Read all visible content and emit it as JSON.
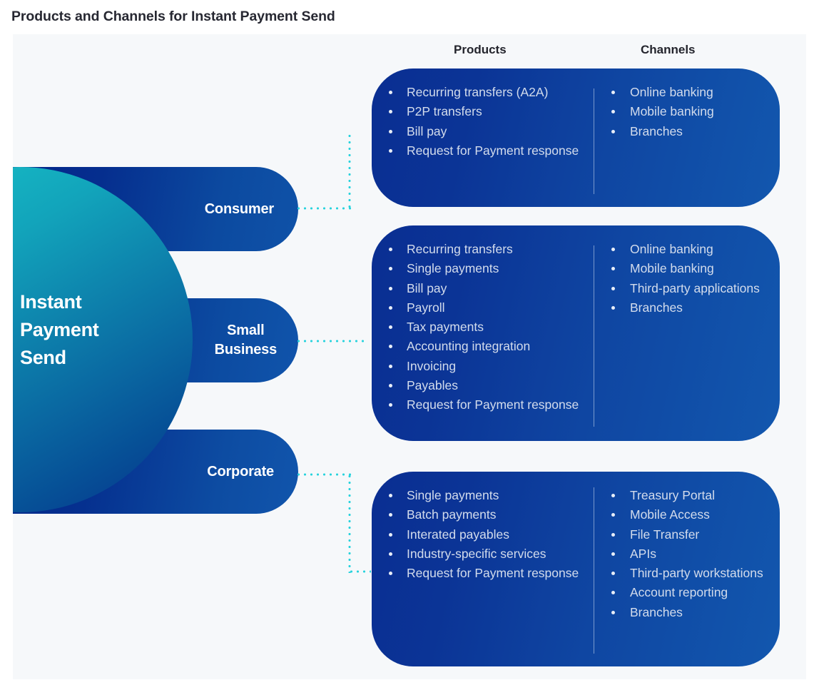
{
  "title": "Products and Channels for Instant Payment Send",
  "columns": {
    "products_header": "Products",
    "channels_header": "Channels"
  },
  "hub": {
    "label": "Instant\nPayment\nSend"
  },
  "colors": {
    "hub_teal": "#18bfc9",
    "hub_blue": "#05318c",
    "pill_navy": "#04268a",
    "box_blue": "#1257ae",
    "connector_teal": "#2ad3dd",
    "panel_background": "#f6f8fa",
    "title_text": "#272832",
    "list_text": "#d3dcec"
  },
  "segments": [
    {
      "id": "consumer",
      "label": "Consumer",
      "products": [
        "Recurring transfers (A2A)",
        "P2P transfers",
        "Bill pay",
        "Request for Payment response"
      ],
      "channels": [
        "Online banking",
        "Mobile banking",
        "Branches"
      ]
    },
    {
      "id": "smallbusiness",
      "label": "Small\nBusiness",
      "products": [
        "Recurring transfers",
        "Single payments",
        "Bill pay",
        "Payroll",
        "Tax payments",
        "Accounting integration",
        "Invoicing",
        "Payables",
        "Request for Payment response"
      ],
      "channels": [
        "Online banking",
        "Mobile banking",
        "Third-party applications",
        "Branches"
      ]
    },
    {
      "id": "corporate",
      "label": "Corporate",
      "products": [
        "Single payments",
        "Batch payments",
        "Interated payables",
        "Industry-specific services",
        "Request for Payment response"
      ],
      "channels": [
        "Treasury Portal",
        "Mobile Access",
        "File Transfer",
        "APIs",
        "Third-party workstations",
        "Account reporting",
        "Branches"
      ]
    }
  ]
}
